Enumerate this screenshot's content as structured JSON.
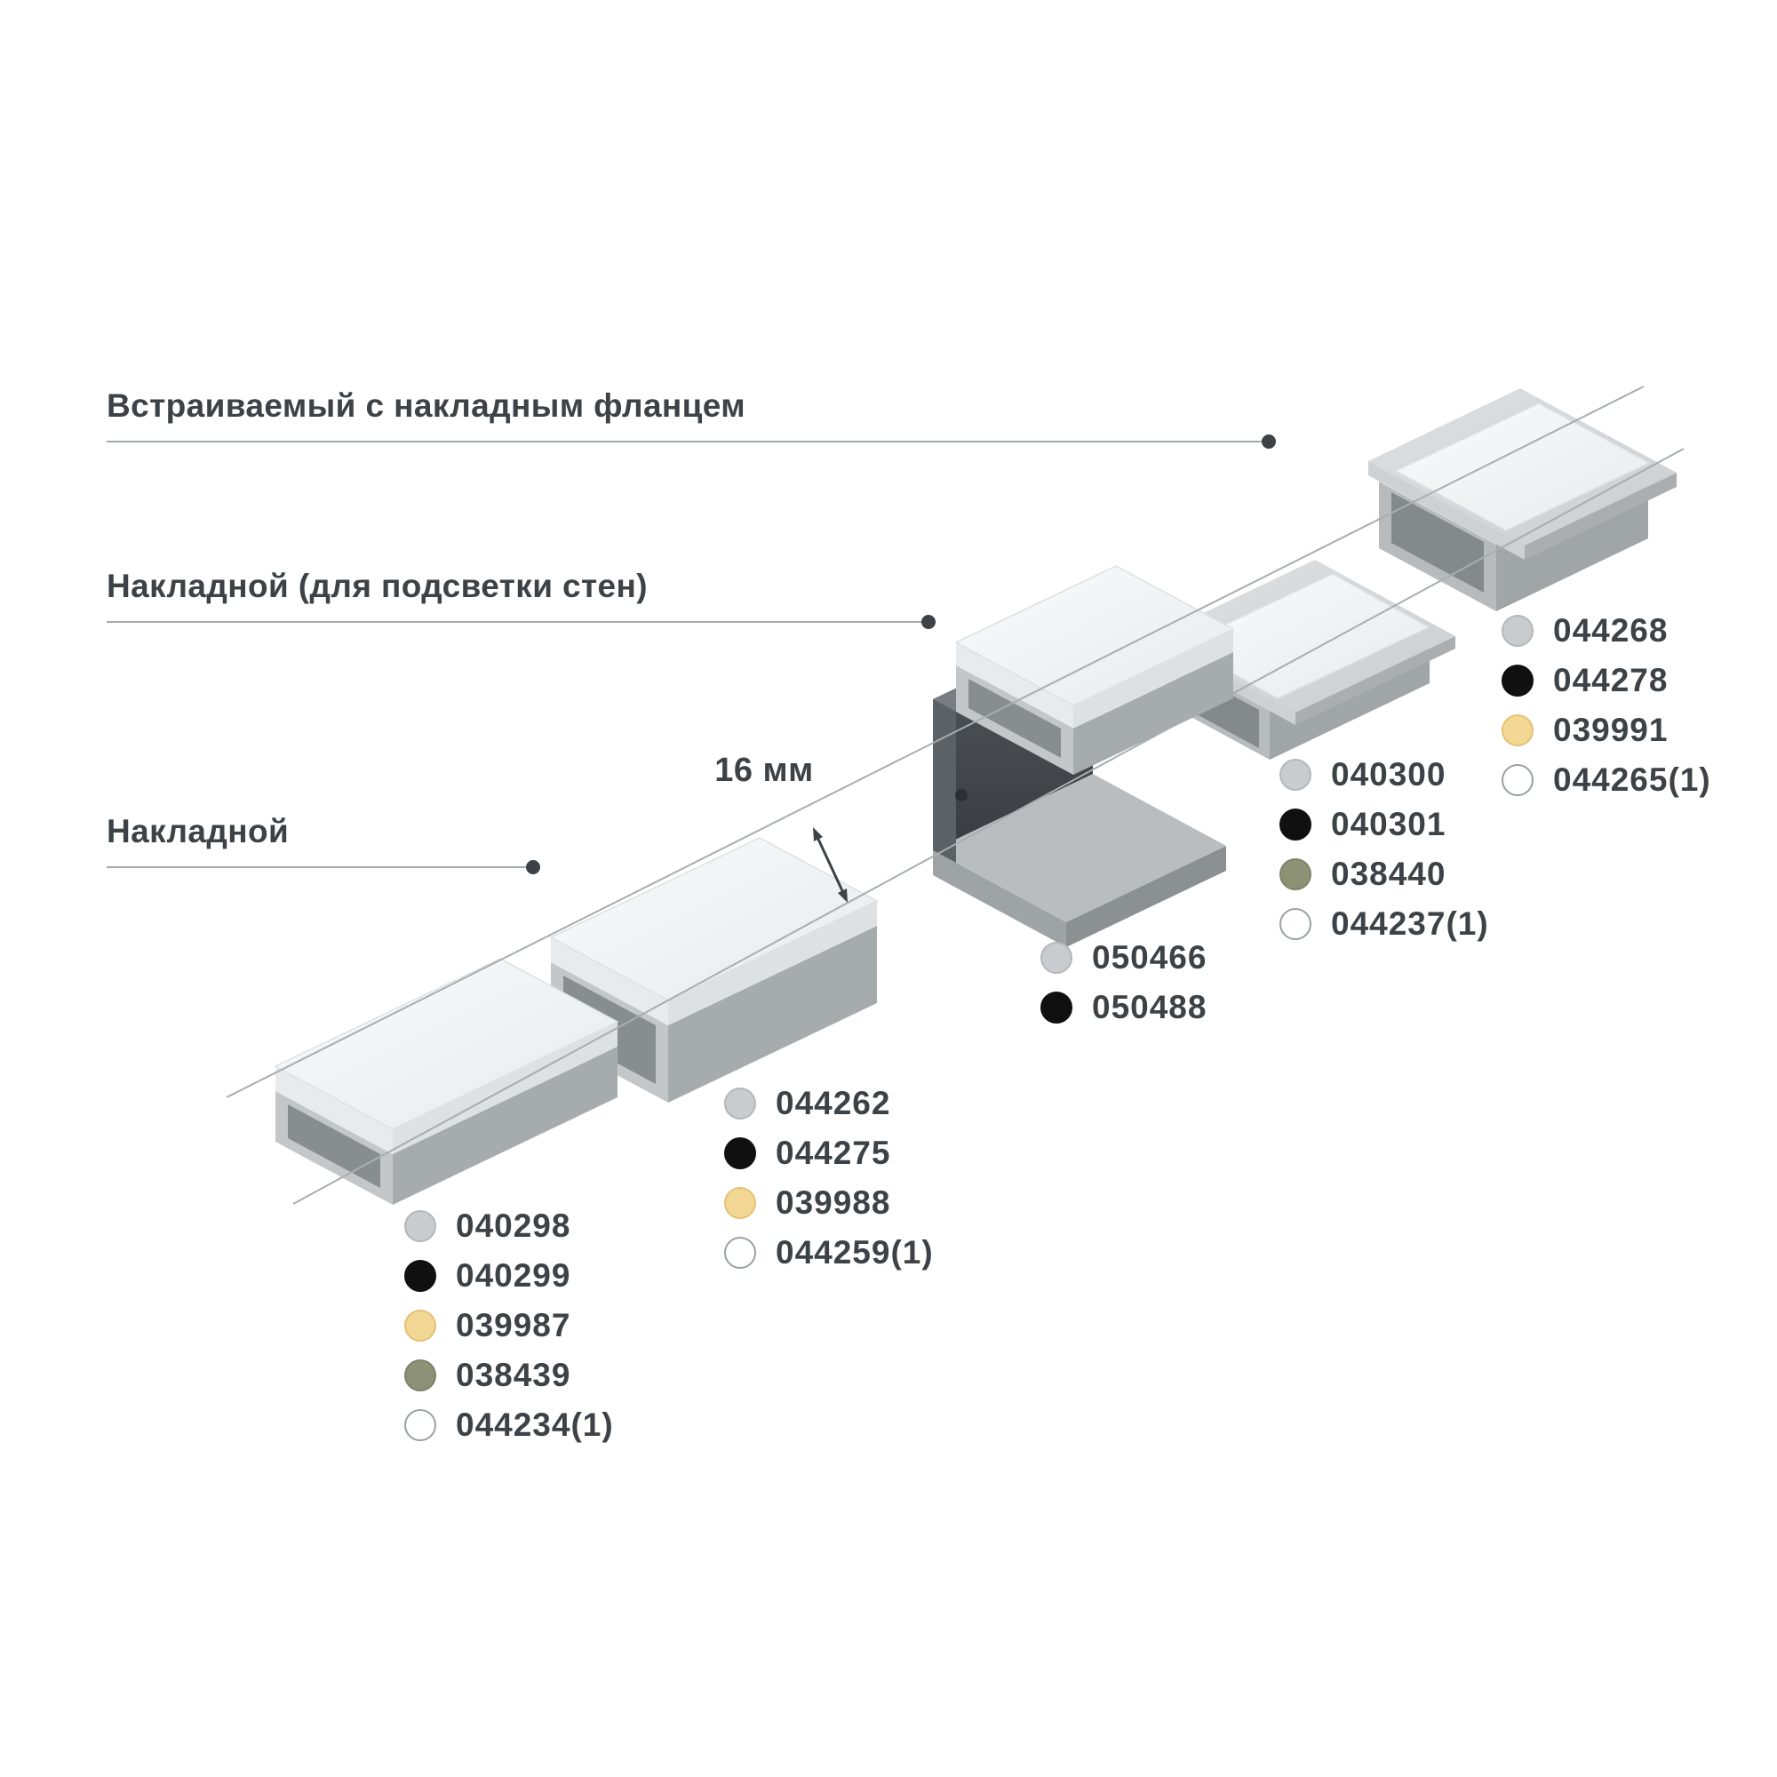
{
  "labels": {
    "recessed_with_flange": "Встраиваемый с накладным фланцем",
    "surface_wall": "Накладной (для подсветки стен)",
    "surface": "Накладной"
  },
  "dimension_label": "16 мм",
  "dot_colors": {
    "gray": {
      "fill": "#c8ccce",
      "stroke": "#b4b8bb"
    },
    "black": {
      "fill": "#101010",
      "stroke": "#101010"
    },
    "gold": {
      "fill": "#f3d794",
      "stroke": "#e4c273"
    },
    "olive": {
      "fill": "#8d9277",
      "stroke": "#7d8268"
    },
    "white": {
      "fill": "#ffffff",
      "stroke": "#9aa0a4"
    }
  },
  "groups": [
    {
      "name": "surface-profile-low",
      "items": [
        {
          "code": "040298",
          "dot": "gray"
        },
        {
          "code": "040299",
          "dot": "black"
        },
        {
          "code": "039987",
          "dot": "gold"
        },
        {
          "code": "038439",
          "dot": "olive"
        },
        {
          "code": "044234(1)",
          "dot": "white"
        }
      ]
    },
    {
      "name": "surface-profile-high",
      "items": [
        {
          "code": "044262",
          "dot": "gray"
        },
        {
          "code": "044275",
          "dot": "black"
        },
        {
          "code": "039988",
          "dot": "gold"
        },
        {
          "code": "044259(1)",
          "dot": "white"
        }
      ]
    },
    {
      "name": "wall-profile",
      "items": [
        {
          "code": "050466",
          "dot": "gray"
        },
        {
          "code": "050488",
          "dot": "black"
        }
      ]
    },
    {
      "name": "recessed-profile-small",
      "items": [
        {
          "code": "040300",
          "dot": "gray"
        },
        {
          "code": "040301",
          "dot": "black"
        },
        {
          "code": "038440",
          "dot": "olive"
        },
        {
          "code": "044237(1)",
          "dot": "white"
        }
      ]
    },
    {
      "name": "recessed-profile-large",
      "items": [
        {
          "code": "044268",
          "dot": "gray"
        },
        {
          "code": "044278",
          "dot": "black"
        },
        {
          "code": "039991",
          "dot": "gold"
        },
        {
          "code": "044265(1)",
          "dot": "white"
        }
      ]
    }
  ]
}
